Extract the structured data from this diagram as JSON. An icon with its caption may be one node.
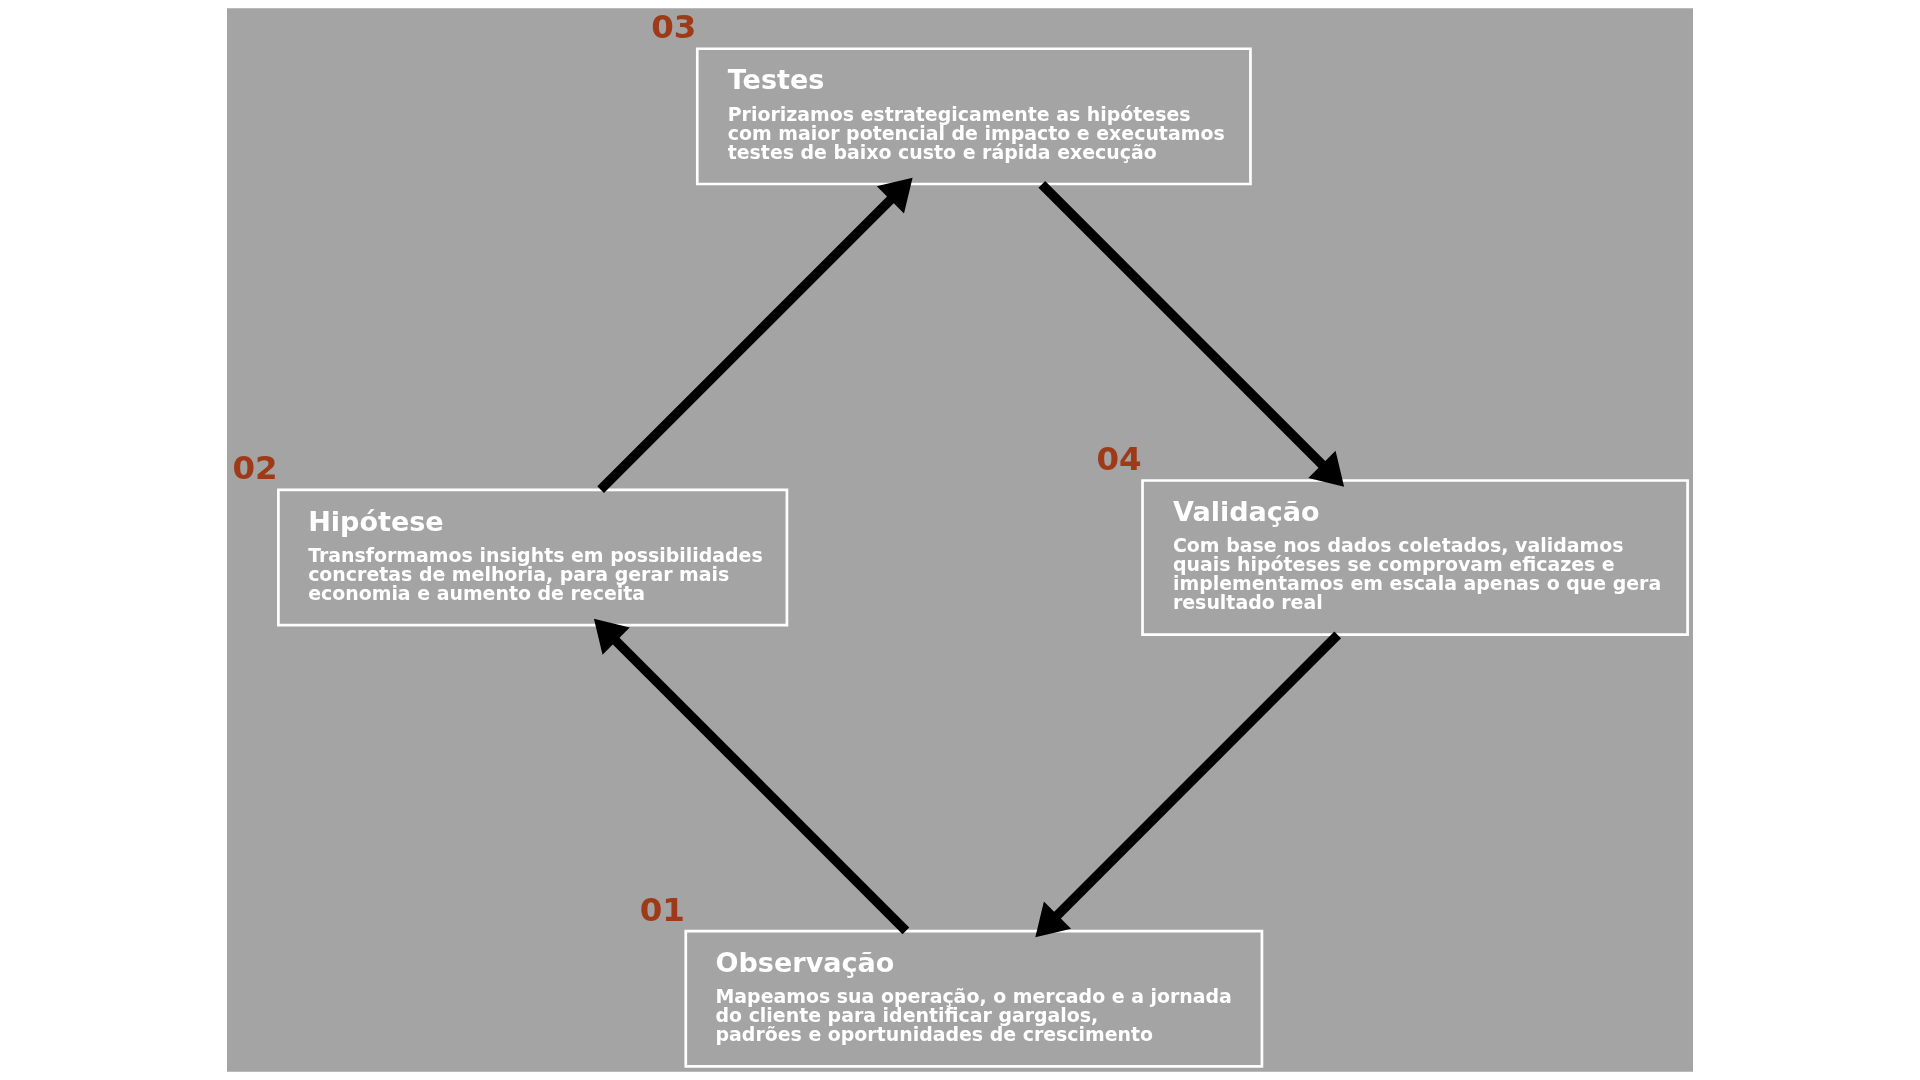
{
  "diagram": {
    "nodes": [
      {
        "text": [
          "Observação",
          "Mapeamos sua operação, o mercado e a jornada do cliente para identificar gargalos, padrões e oportunidades de crescimento"
        ],
        "beside": [
          "01"
        ]
      },
      {
        "text": [
          "Hipótese",
          "Transformamos insights em possibilidades concretas de melhoria, para gerar mais economia e aumento de receita"
        ],
        "beside": [
          "02"
        ]
      },
      {
        "text": [
          "Testes",
          "Priorizamos estrategicamente as hipóteses com maior potencial de impacto e executamos testes de baixo custo e rápida execução"
        ],
        "beside": [
          "03"
        ]
      },
      {
        "text": [
          "Validação",
          "Com base nos dados coletados, validamos quais hipóteses se comprovam eficazes e implementamos em escala apenas o que gera resultado real"
        ],
        "beside": [
          "04"
        ]
      }
    ],
    "edges": [
      {
        "from": 0,
        "to": 1,
        "arrow": "to"
      },
      {
        "from": 1,
        "to": 2,
        "arrow": "to"
      },
      {
        "from": 2,
        "to": 3,
        "arrow": "to"
      },
      {
        "from": 3,
        "to": 0,
        "arrow": "to"
      }
    ]
  }
}
